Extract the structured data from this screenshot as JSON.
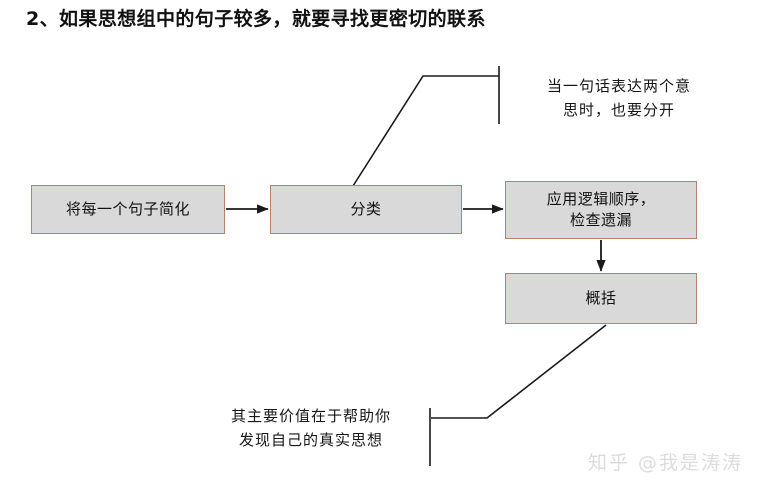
{
  "page": {
    "title": "2、如果思想组中的句子较多，就要寻找更密切的联系",
    "background": "#ffffff"
  },
  "colors": {
    "node_fill": "#d9d9d9",
    "node_border": "#b1836b",
    "connector": "#1a1a1a",
    "text": "#111111",
    "watermark": "#dcdcdc"
  },
  "flow": {
    "nodes": [
      {
        "id": "simplify",
        "label": "将每一个句子简化"
      },
      {
        "id": "classify",
        "label": "分类"
      },
      {
        "id": "logic",
        "label": "应用逻辑顺序，\n检查遗漏"
      },
      {
        "id": "summary",
        "label": "概括"
      }
    ],
    "connectors": [
      {
        "id": "simplify-to-classify",
        "kind": "arrow-right"
      },
      {
        "id": "classify-to-logic",
        "kind": "arrow-right"
      },
      {
        "id": "logic-to-summary",
        "kind": "arrow-down"
      },
      {
        "id": "classify-to-note-top",
        "kind": "leader-line"
      },
      {
        "id": "summary-to-note-bottom",
        "kind": "leader-line"
      }
    ]
  },
  "notes": {
    "top_right": "当一句话表达两个意\n思时，也要分开",
    "bottom_left": "其主要价值在于帮助你\n发现自己的真实思想"
  },
  "watermark": {
    "text": "知乎 @我是涛涛"
  }
}
